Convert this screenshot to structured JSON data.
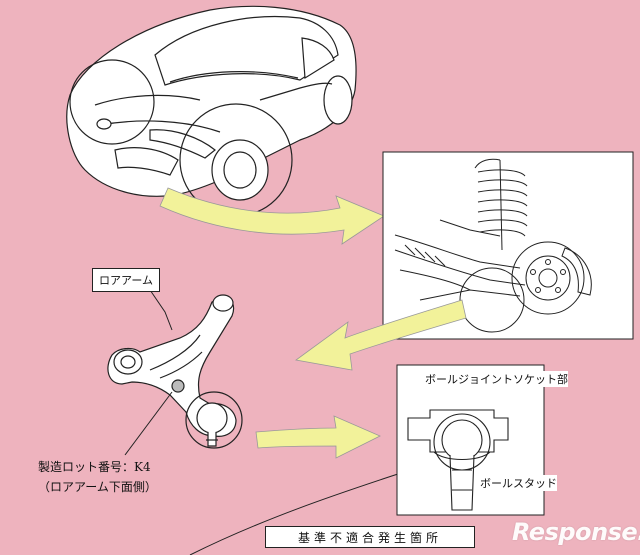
{
  "labels": {
    "lower_arm": "ロアアーム",
    "lot_number": "製造ロット番号：K4",
    "lot_location": "（ロアアーム下面側）",
    "ball_joint_socket": "ボールジョイントソケット部",
    "ball_stud": "ボールスタッド",
    "footer": "基準不適合発生箇所"
  },
  "watermark": "Response.",
  "colors": {
    "background": "#eeb3be",
    "arrow_fill": "#f2f29a",
    "panel": "#ffffff",
    "line": "#222222"
  }
}
